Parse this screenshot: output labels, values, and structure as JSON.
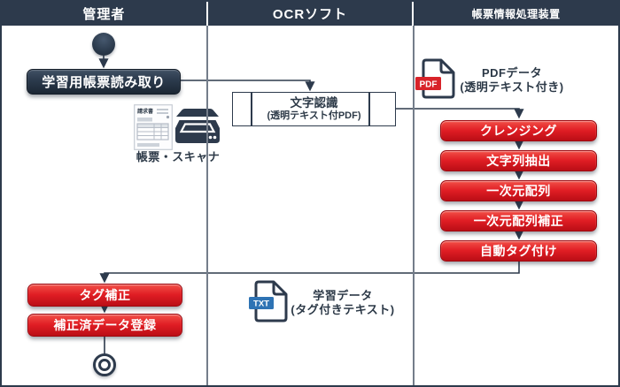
{
  "colors": {
    "navy": "#2d3a4c",
    "red": "#e01d24",
    "divider_gray": "#747d8a",
    "pdf_badge_red": "#d8232a",
    "txt_badge_blue": "#2e73b4",
    "background": "#ffffff"
  },
  "header": {
    "lanes": [
      "管理者",
      "OCRソフト",
      "帳票情報処理装置"
    ]
  },
  "admin_lane": {
    "read_box": "学習用帳票読み取り",
    "invoice_title": "請求書",
    "scanner_label": "帳票・スキャナ",
    "tag_fix_box": "タグ補正",
    "register_box": "補正済データ登録"
  },
  "ocr_lane": {
    "recognition_title": "文字認識",
    "recognition_sub": "(透明テキスト付PDF)",
    "txt_badge": "TXT",
    "training_line1": "学習データ",
    "training_line2": "(タグ付きテキスト)"
  },
  "processor_lane": {
    "pdf_badge": "PDF",
    "pdf_line1": "PDFデータ",
    "pdf_line2": "(透明テキスト付き)",
    "steps": [
      "クレンジング",
      "文字列抽出",
      "一次元配列",
      "一次元配列補正",
      "自動タグ付け"
    ]
  }
}
